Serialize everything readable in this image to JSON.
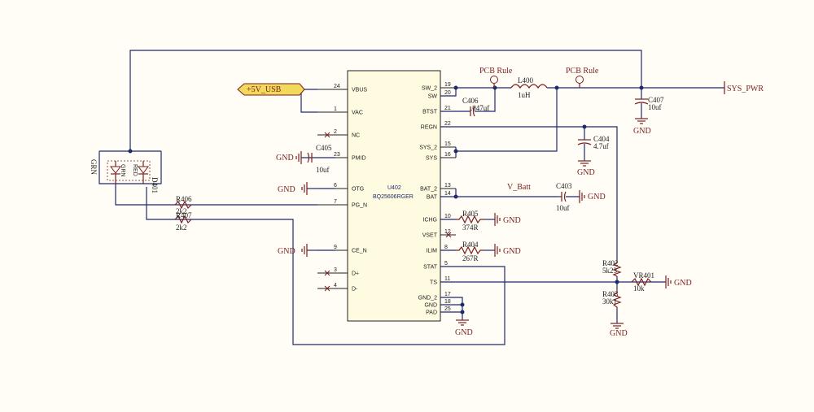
{
  "ic": {
    "ref": "U402",
    "part": "BQ25606RGER",
    "pins_left": [
      {
        "num": "24",
        "name": "VBUS"
      },
      {
        "num": "1",
        "name": "VAC"
      },
      {
        "num": "2",
        "name": "NC"
      },
      {
        "num": "23",
        "name": "PMID"
      },
      {
        "num": "6",
        "name": "OTG"
      },
      {
        "num": "7",
        "name": "PG_N"
      },
      {
        "num": "9",
        "name": "CE_N"
      },
      {
        "num": "3",
        "name": "D+"
      },
      {
        "num": "4",
        "name": "D-"
      }
    ],
    "pins_right": [
      {
        "num": "19",
        "name": "SW_2"
      },
      {
        "num": "20",
        "name": "SW"
      },
      {
        "num": "21",
        "name": "BTST"
      },
      {
        "num": "22",
        "name": "REGN"
      },
      {
        "num": "15",
        "name": "SYS_2"
      },
      {
        "num": "16",
        "name": "SYS"
      },
      {
        "num": "13",
        "name": "BAT_2"
      },
      {
        "num": "14",
        "name": "BAT"
      },
      {
        "num": "10",
        "name": "ICHG"
      },
      {
        "num": "12",
        "name": "VSET"
      },
      {
        "num": "8",
        "name": "ILIM"
      },
      {
        "num": "5",
        "name": "STAT"
      },
      {
        "num": "11",
        "name": "TS"
      },
      {
        "num": "17",
        "name": "GND_2"
      },
      {
        "num": "18",
        "name": "GND"
      },
      {
        "num": "25",
        "name": "PAD"
      }
    ]
  },
  "nets": {
    "vusb": "+5V_USB",
    "sys_pwr": "SYS_PWR",
    "vbatt": "V_Batt",
    "gnd": "GND",
    "pcb_rule": "PCB Rule"
  },
  "components": {
    "c405": {
      "ref": "C405",
      "val": "10uf"
    },
    "c406": {
      "ref": "C406",
      "val": ".047uf"
    },
    "l400": {
      "ref": "L400",
      "val": "1uH"
    },
    "c407": {
      "ref": "C407",
      "val": "10uf"
    },
    "c404": {
      "ref": "C404",
      "val": "4.7uf"
    },
    "c403": {
      "ref": "C403",
      "val": "10uf"
    },
    "r405": {
      "ref": "R405",
      "val": "374R"
    },
    "r404": {
      "ref": "R404",
      "val": "267R"
    },
    "r406": {
      "ref": "R406",
      "val": "2k2"
    },
    "r407": {
      "ref": "R407",
      "val": "2k2"
    },
    "r402": {
      "ref": "R402",
      "val": "5k23"
    },
    "r403": {
      "ref": "R403",
      "val": "30k1"
    },
    "vr401": {
      "ref": "VR401",
      "val": "10k"
    },
    "d401": {
      "ref": "D401"
    },
    "grn": "GRN",
    "red": "RED"
  },
  "colors": {
    "wire": "#1e2a6e",
    "component": "#7a1f1f",
    "power_flag": "#f2d95c"
  }
}
